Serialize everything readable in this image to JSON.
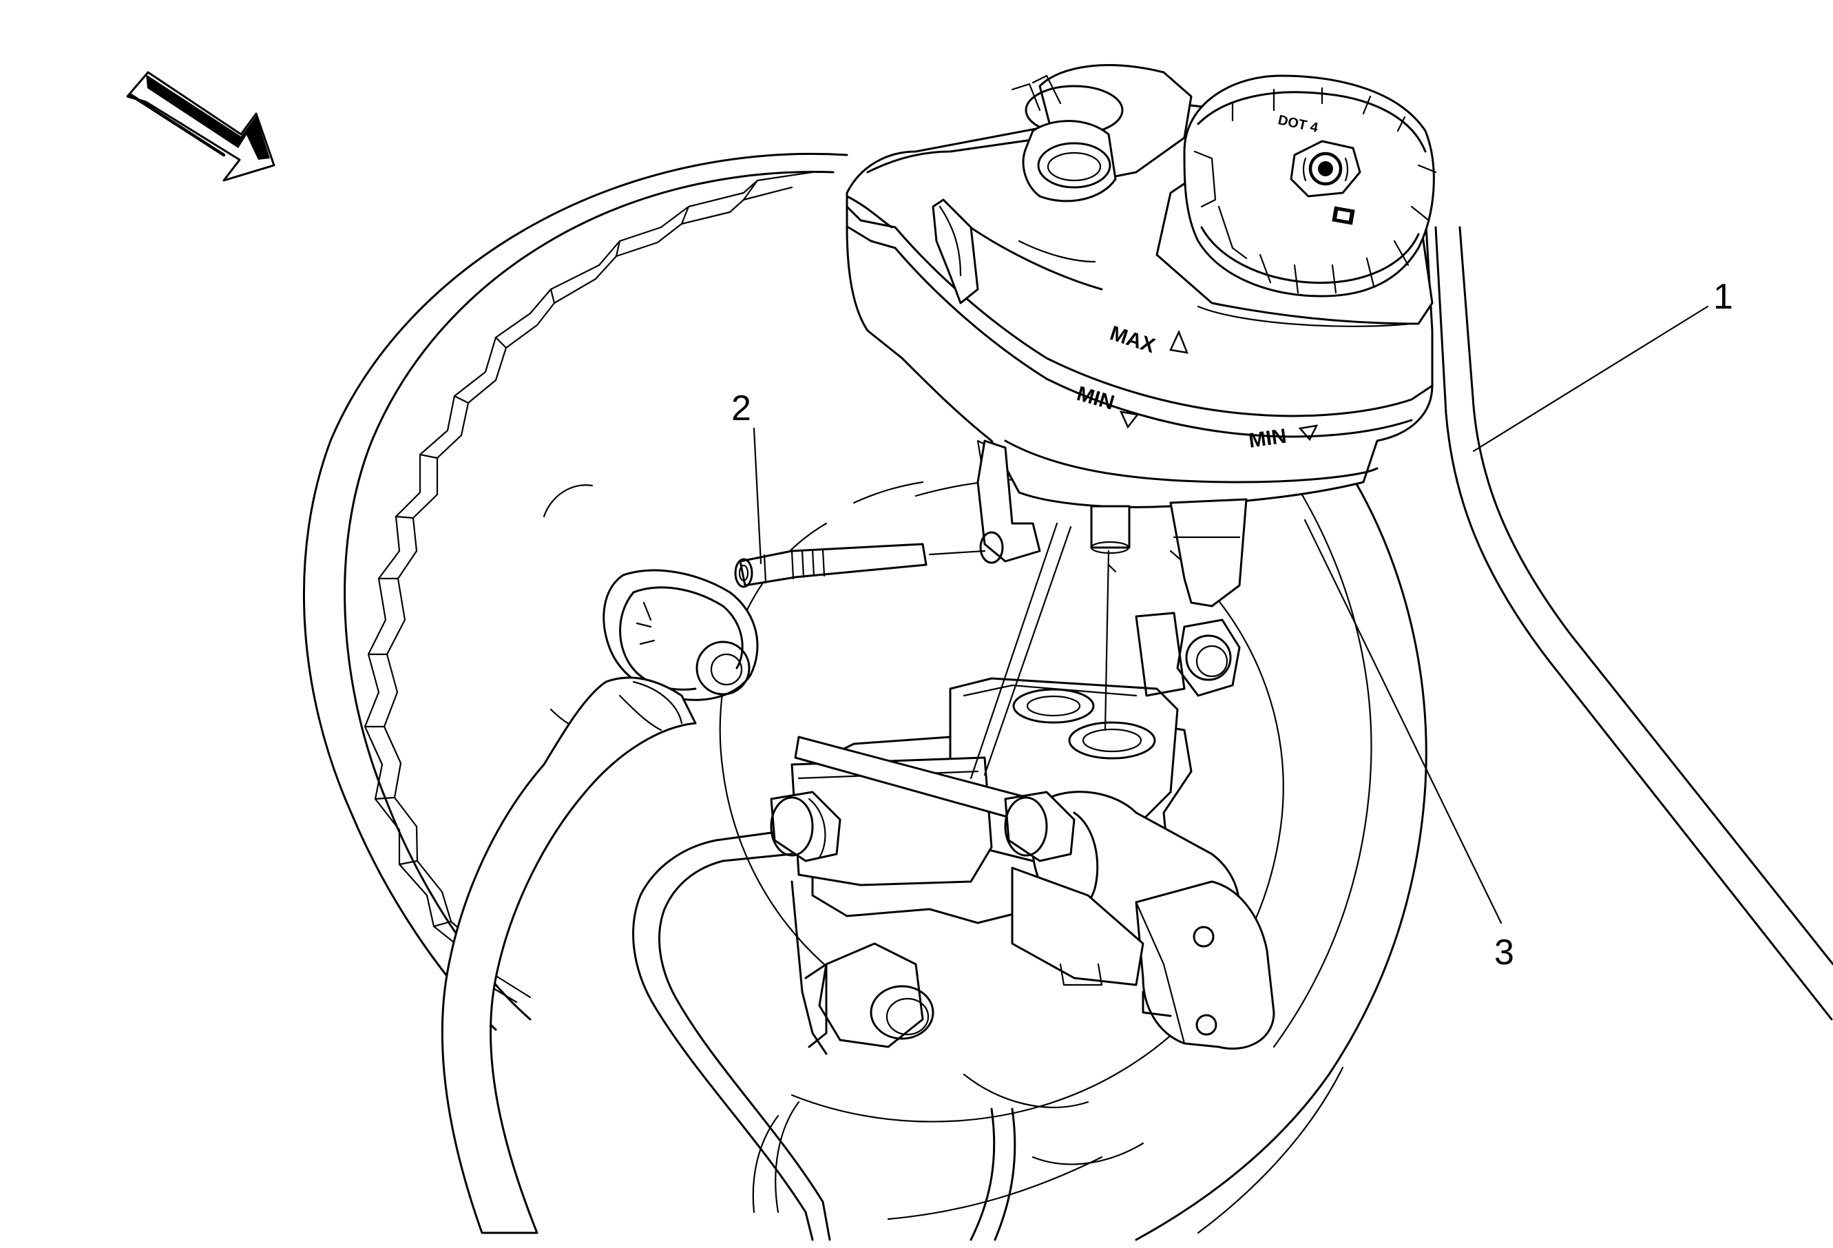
{
  "callouts": {
    "c1": "1",
    "c2": "2",
    "c3": "3"
  },
  "reservoir_marks": {
    "max": "MAX",
    "min_front": "MIN",
    "min_side": "MIN",
    "cap_text": "DOT 4"
  },
  "icons": [
    "view-direction-arrow",
    "brake-fluid-warning-symbol",
    "manual-book-symbol"
  ],
  "colors": {
    "line": "#000000",
    "background": "#ffffff"
  }
}
